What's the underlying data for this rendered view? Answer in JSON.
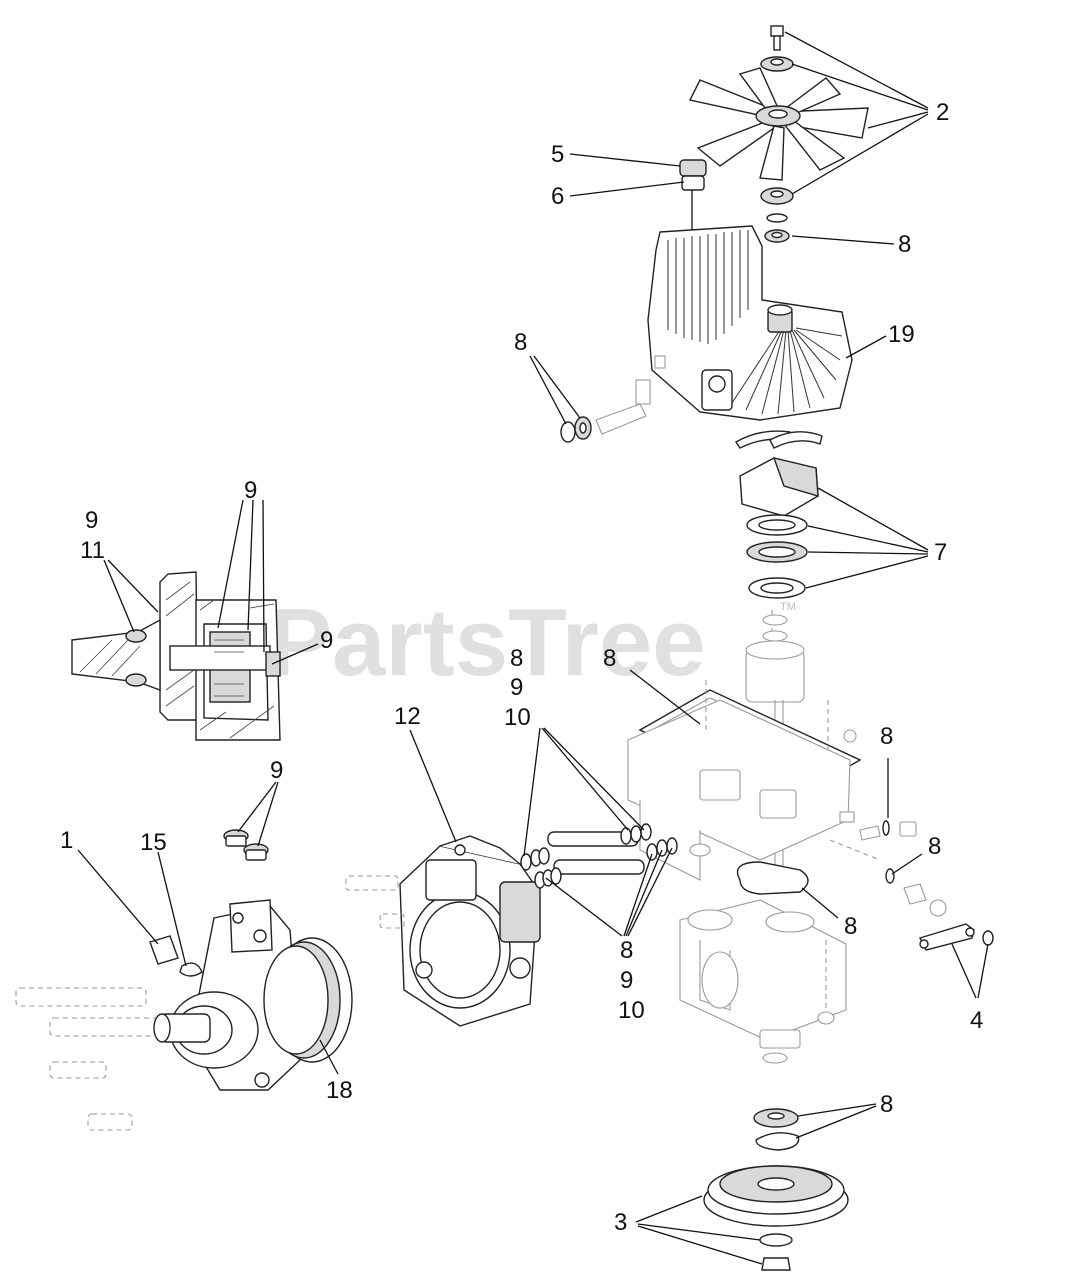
{
  "watermark": {
    "text": "PartsTree",
    "mark": "TM"
  },
  "callouts": [
    {
      "id": "c-2",
      "text": "2"
    },
    {
      "id": "c-5",
      "text": "5"
    },
    {
      "id": "c-6",
      "text": "6"
    },
    {
      "id": "c-8a",
      "text": "8"
    },
    {
      "id": "c-19",
      "text": "19"
    },
    {
      "id": "c-8b",
      "text": "8"
    },
    {
      "id": "c-9a",
      "text": "9"
    },
    {
      "id": "c-9b",
      "text": "9"
    },
    {
      "id": "c-11",
      "text": "11"
    },
    {
      "id": "c-9c",
      "text": "9"
    },
    {
      "id": "c-7",
      "text": "7"
    },
    {
      "id": "c-8c",
      "text": "8"
    },
    {
      "id": "c-8d",
      "text": "8"
    },
    {
      "id": "c-9d",
      "text": "9"
    },
    {
      "id": "c-10a",
      "text": "10"
    },
    {
      "id": "c-12",
      "text": "12"
    },
    {
      "id": "c-8e",
      "text": "8"
    },
    {
      "id": "c-9e",
      "text": "9"
    },
    {
      "id": "c-1",
      "text": "1"
    },
    {
      "id": "c-15",
      "text": "15"
    },
    {
      "id": "c-8f",
      "text": "8"
    },
    {
      "id": "c-8g",
      "text": "8"
    },
    {
      "id": "c-8h",
      "text": "8"
    },
    {
      "id": "c-9f",
      "text": "9"
    },
    {
      "id": "c-10b",
      "text": "10"
    },
    {
      "id": "c-4",
      "text": "4"
    },
    {
      "id": "c-18",
      "text": "18"
    },
    {
      "id": "c-8i",
      "text": "8"
    },
    {
      "id": "c-3",
      "text": "3"
    }
  ]
}
